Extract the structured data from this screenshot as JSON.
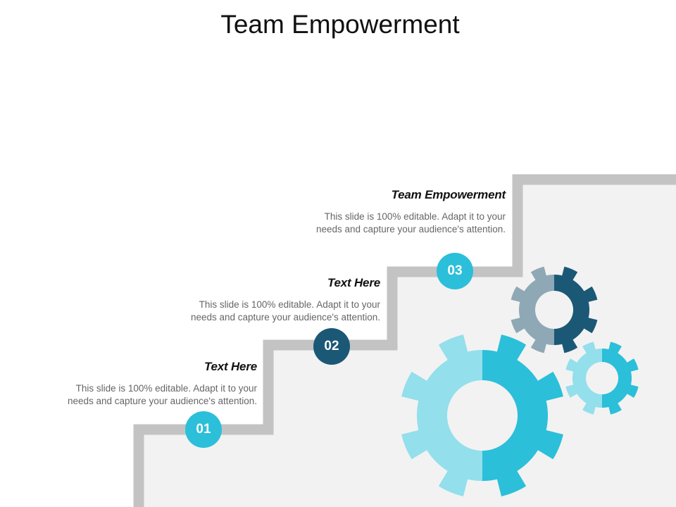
{
  "title": "Team Empowerment",
  "steps": [
    {
      "number": "01",
      "heading": "Text Here",
      "description": [
        "This slide is 100% editable. Adapt it to your",
        "needs and capture your audience's attention."
      ],
      "color": "#2bbfd9"
    },
    {
      "number": "02",
      "heading": "Text Here",
      "description": [
        "This slide is 100% editable. Adapt it to your",
        "needs and capture your audience's attention."
      ],
      "color": "#1b5876"
    },
    {
      "number": "03",
      "heading": "Team Empowerment",
      "description": [
        "This slide is 100% editable. Adapt it to your",
        "needs and capture your audience's attention."
      ],
      "color": "#2bbfd9"
    }
  ],
  "colors": {
    "staircase": "#c3c3c3",
    "background_fill": "#f2f2f2",
    "gear_light_blue": "#93dfec",
    "gear_blue": "#2bbfd9",
    "gear_grey_blue": "#8fa8b6",
    "gear_dark_blue": "#1b5876"
  },
  "icons": [
    "gear-icon-large",
    "gear-icon-medium",
    "gear-icon-small"
  ]
}
